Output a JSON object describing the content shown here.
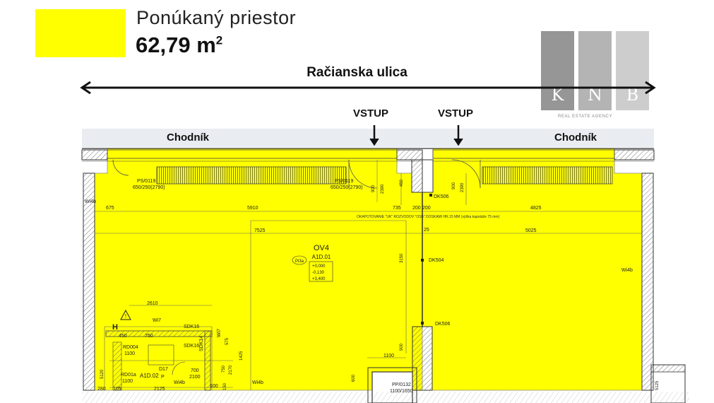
{
  "legend": {
    "swatch_color": "#ffff00",
    "title": "Ponúkaný priestor",
    "area_value": "62,79 m",
    "area_unit_sup": "2"
  },
  "street_name": "Račianska ulica",
  "logo": {
    "letters": [
      "K",
      "N",
      "B"
    ],
    "subtitle": "REAL ESTATE AGENCY",
    "colors": [
      "#969696",
      "#b4b4b4",
      "#cdcdcd"
    ]
  },
  "sidewalk_label": "Chodník",
  "entrance_label": "VSTUP",
  "room": {
    "code": "OV4",
    "number": "A1D.01",
    "marker": "Pi3a",
    "levels": [
      "+0,000",
      "-0,130",
      "+3,400"
    ]
  },
  "plan_labels": {
    "ps1_tag": "PS/0119",
    "ps1_dim": "650/250(2790)",
    "ps2_tag": "PS/0119",
    "ps2_dim": "650/250(2790)",
    "dk506_top": "DK506",
    "dk504": "DK504",
    "dk506_bottom": "DK506",
    "wi4b_left": "Wi4b",
    "wi4b_right": "Wi4b",
    "wi4b_bottom1": "Wi4b",
    "wi4b_bottom2": "Wi4b",
    "wi7_a": "Wi7",
    "wi7_b": "Wi7",
    "sdk16_a": "SDK16",
    "sdk16_b": "SDK16",
    "sdk14": "SDK14",
    "rd004": "RD004",
    "rd004_dim": "1100",
    "rd001a": "RD01a",
    "rd001a_dim": "1100",
    "room2_number": "A1D.02",
    "d17": "D17",
    "p": "P",
    "door_dim_a": "700",
    "door_dim_b": "2100",
    "pp_tag": "PP/0132",
    "pp_dim": "1100/1650",
    "h_mark": "H",
    "note": "OKAPOTOVANIE \"UK\" ROZVODOV \"OSB\" DOSKAMI HR.15 MM (výška kapotáže 75 mm)"
  },
  "dimensions": {
    "top_row": [
      "675",
      "5910",
      "735",
      "200",
      "200",
      "4825"
    ],
    "second_row": [
      "7525",
      "25",
      "5025"
    ],
    "vertical": [
      "3150",
      "900",
      "2390",
      "450",
      "900",
      "2390",
      "900",
      "600",
      "575",
      "1425",
      "2170",
      "750",
      "150"
    ],
    "bottom": [
      "2610",
      "450",
      "750",
      "105",
      "280",
      "2125",
      "100",
      "1100",
      "5120",
      "5125"
    ]
  }
}
